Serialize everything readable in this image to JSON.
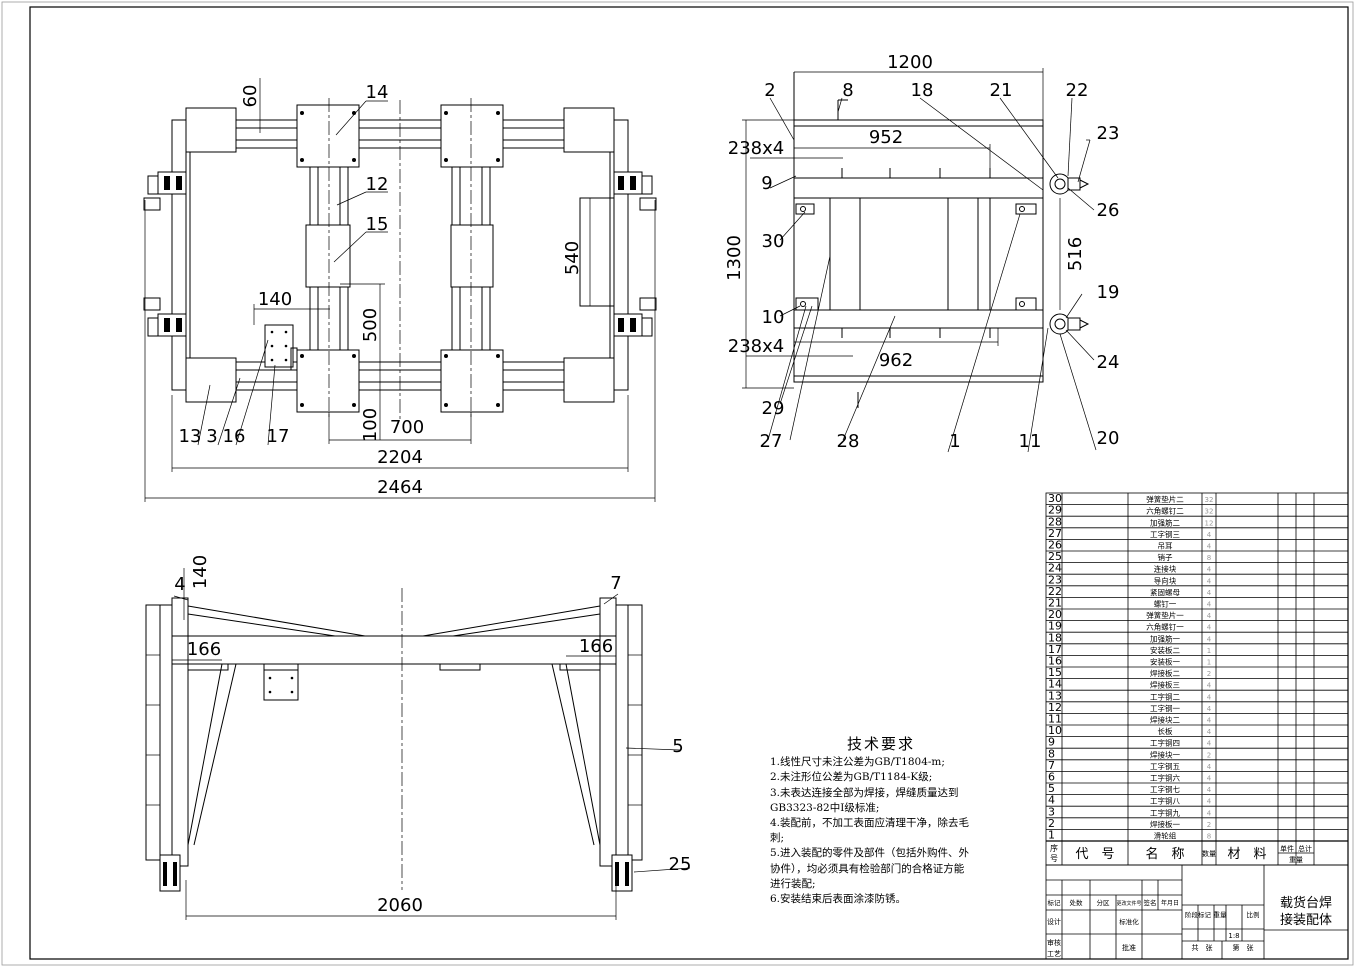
{
  "dimensions": {
    "top_view": [
      "60",
      "140",
      "500",
      "540",
      "100",
      "700",
      "2204",
      "2464"
    ],
    "side_view": [
      "1200",
      "952",
      "238x4",
      "1300",
      "516",
      "962",
      "238x4"
    ],
    "front_view": [
      "140",
      "166",
      "166",
      "2060"
    ]
  },
  "balloons": {
    "top_view": [
      "14",
      "12",
      "15",
      "13",
      "3",
      "16",
      "17"
    ],
    "side_view": [
      "2",
      "8",
      "18",
      "21",
      "22",
      "23",
      "26",
      "9",
      "30",
      "19",
      "10",
      "24",
      "29",
      "27",
      "28",
      "1",
      "11",
      "20"
    ],
    "front_view": [
      "4",
      "7",
      "5",
      "25"
    ]
  },
  "tech_requirements": {
    "title": "技术要求",
    "items": [
      "1.线性尺寸未注公差为GB/T1804-m;",
      "2.未注形位公差为GB/T1184-K级;",
      "3.未表达连接全部为焊接，焊缝质量达到GB3323-82中Ⅰ级标准;",
      "4.装配前，不加工表面应清理干净，除去毛刺;",
      "5.进入装配的零件及部件（包括外购件、外协件），均必须具有检验部门的合格证方能进行装配;",
      "6.安装结束后表面涂漆防锈。"
    ]
  },
  "bom": {
    "rows": [
      {
        "no": "30",
        "name": "弹簧垫片二",
        "qty": "32"
      },
      {
        "no": "29",
        "name": "六角螺钉二",
        "qty": "32"
      },
      {
        "no": "28",
        "name": "加强筋二",
        "qty": "12"
      },
      {
        "no": "27",
        "name": "工字钢三",
        "qty": "4"
      },
      {
        "no": "26",
        "name": "吊耳",
        "qty": "4"
      },
      {
        "no": "25",
        "name": "销子",
        "qty": "8"
      },
      {
        "no": "24",
        "name": "连接块",
        "qty": "4"
      },
      {
        "no": "23",
        "name": "导向块",
        "qty": "4"
      },
      {
        "no": "22",
        "name": "紧固螺母",
        "qty": "4"
      },
      {
        "no": "21",
        "name": "螺钉一",
        "qty": "4"
      },
      {
        "no": "20",
        "name": "弹簧垫片一",
        "qty": "4"
      },
      {
        "no": "19",
        "name": "六角螺钉一",
        "qty": "4"
      },
      {
        "no": "18",
        "name": "加强筋一",
        "qty": "4"
      },
      {
        "no": "17",
        "name": "安装板二",
        "qty": "1"
      },
      {
        "no": "16",
        "name": "安装板一",
        "qty": "1"
      },
      {
        "no": "15",
        "name": "焊接板二",
        "qty": "2"
      },
      {
        "no": "14",
        "name": "焊接板三",
        "qty": "4"
      },
      {
        "no": "13",
        "name": "工字钢二",
        "qty": "4"
      },
      {
        "no": "12",
        "name": "工字钢一",
        "qty": "4"
      },
      {
        "no": "11",
        "name": "焊接块二",
        "qty": "4"
      },
      {
        "no": "10",
        "name": "长板",
        "qty": "4"
      },
      {
        "no": "9",
        "name": "工字钢四",
        "qty": "4"
      },
      {
        "no": "8",
        "name": "焊接块一",
        "qty": "2"
      },
      {
        "no": "7",
        "name": "工字钢五",
        "qty": "4"
      },
      {
        "no": "6",
        "name": "工字钢六",
        "qty": "4"
      },
      {
        "no": "5",
        "name": "工字钢七",
        "qty": "4"
      },
      {
        "no": "4",
        "name": "工字钢八",
        "qty": "4"
      },
      {
        "no": "3",
        "name": "工字钢九",
        "qty": "4"
      },
      {
        "no": "2",
        "name": "焊接板一",
        "qty": "2"
      },
      {
        "no": "1",
        "name": "滑轮组",
        "qty": "8"
      }
    ],
    "header": {
      "seq": "序号",
      "code": "代　号",
      "name": "名　称",
      "qty": "数量",
      "material": "材　料",
      "single": "单件",
      "total": "总计",
      "weight": "重量"
    }
  },
  "title_block": {
    "drawing_name_1": "载货台焊",
    "drawing_name_2": "接装配体",
    "scale": "1:8",
    "labels": {
      "mark": "标记",
      "count": "处数",
      "zone": "分区",
      "change_doc": "更改文件号",
      "sign": "签名",
      "date": "年月日",
      "design": "设计",
      "standard": "标准化",
      "stage": "阶段标记",
      "weight": "重量",
      "scale": "比例",
      "review": "审核",
      "process": "工艺",
      "approve": "批准",
      "total_sheets": "共　张",
      "sheet": "第　张"
    }
  }
}
